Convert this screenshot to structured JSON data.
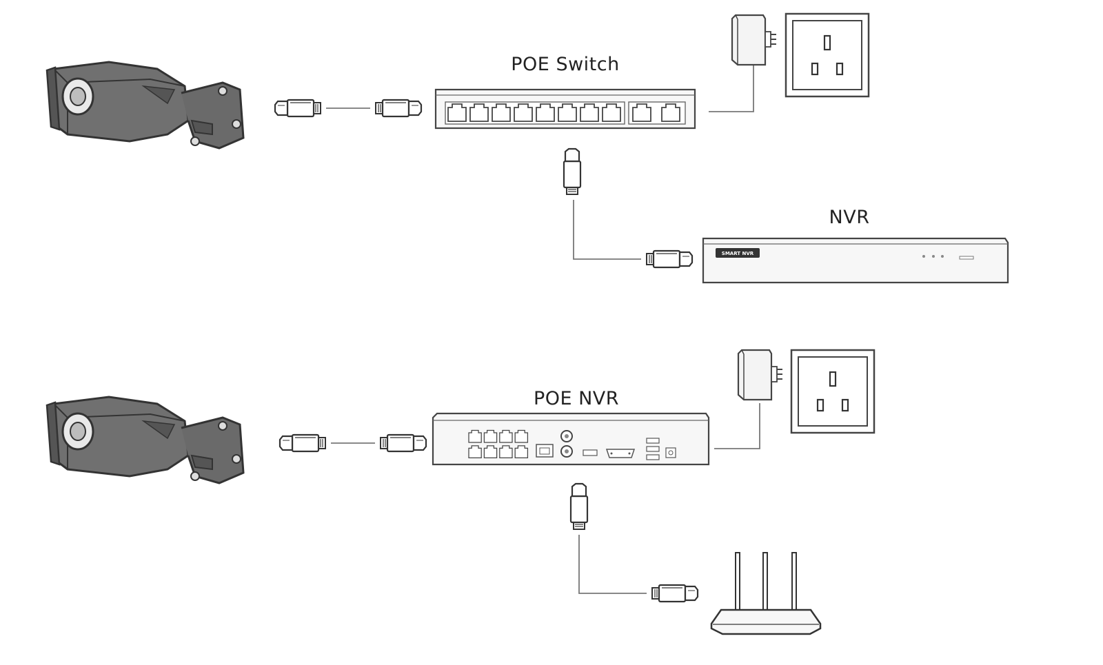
{
  "diagram": {
    "top_setup": {
      "switch_label": "POE Switch",
      "nvr_label": "NVR",
      "nvr_badge": "SMART NVR"
    },
    "bottom_setup": {
      "nvr_label": "POE NVR"
    },
    "colors": {
      "stroke": "#3a3a3a",
      "camera_body": "#6a6a6a",
      "camera_dark": "#4a4a4a",
      "device_fill": "#f6f6f6",
      "line": "#7a7a7a"
    },
    "icons": [
      "camera-icon",
      "rj45-plug-icon",
      "power-adapter-icon",
      "wall-socket-icon",
      "router-icon"
    ]
  }
}
